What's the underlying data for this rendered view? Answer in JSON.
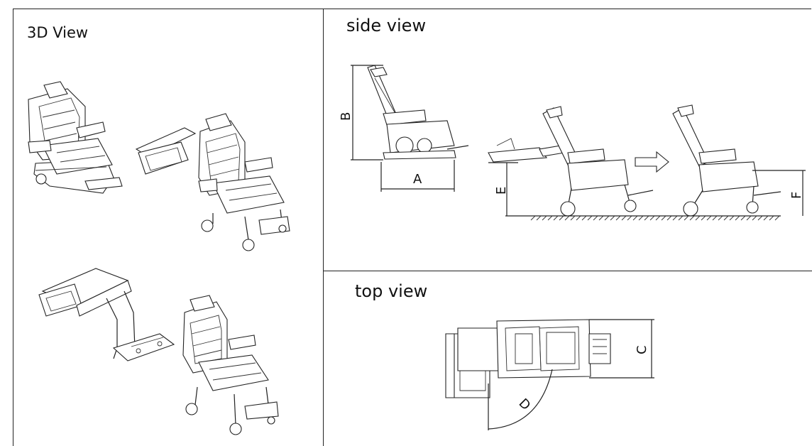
{
  "panels": {
    "view3d": {
      "title": "3D View"
    },
    "side": {
      "title": "side view"
    },
    "top": {
      "title": "top view"
    }
  },
  "dimensions": {
    "A": "A",
    "B": "B",
    "C": "C",
    "D": "D",
    "E": "E",
    "F": "F"
  }
}
